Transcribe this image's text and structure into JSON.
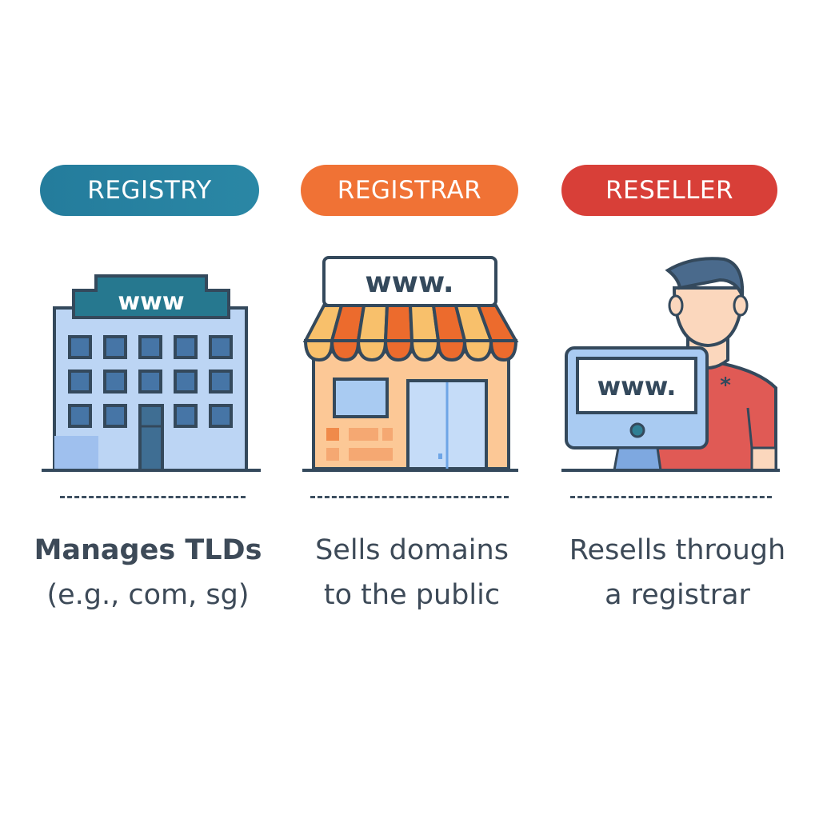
{
  "columns": [
    {
      "label": "REGISTRY",
      "color": "#247f9e",
      "icon": "building-icon",
      "sign_text": "www",
      "description_line1": "Manages TLDs",
      "description_line2": "(e.g., com, sg)"
    },
    {
      "label": "REGISTRAR",
      "color": "#f07235",
      "icon": "storefront-icon",
      "sign_text": "www.",
      "description_line1": "Sells domains",
      "description_line2": "to the public"
    },
    {
      "label": "RESELLER",
      "color": "#d83f38",
      "icon": "person-computer-icon",
      "sign_text": "www.",
      "description_line1": "Resells through",
      "description_line2": "a registrar"
    }
  ]
}
